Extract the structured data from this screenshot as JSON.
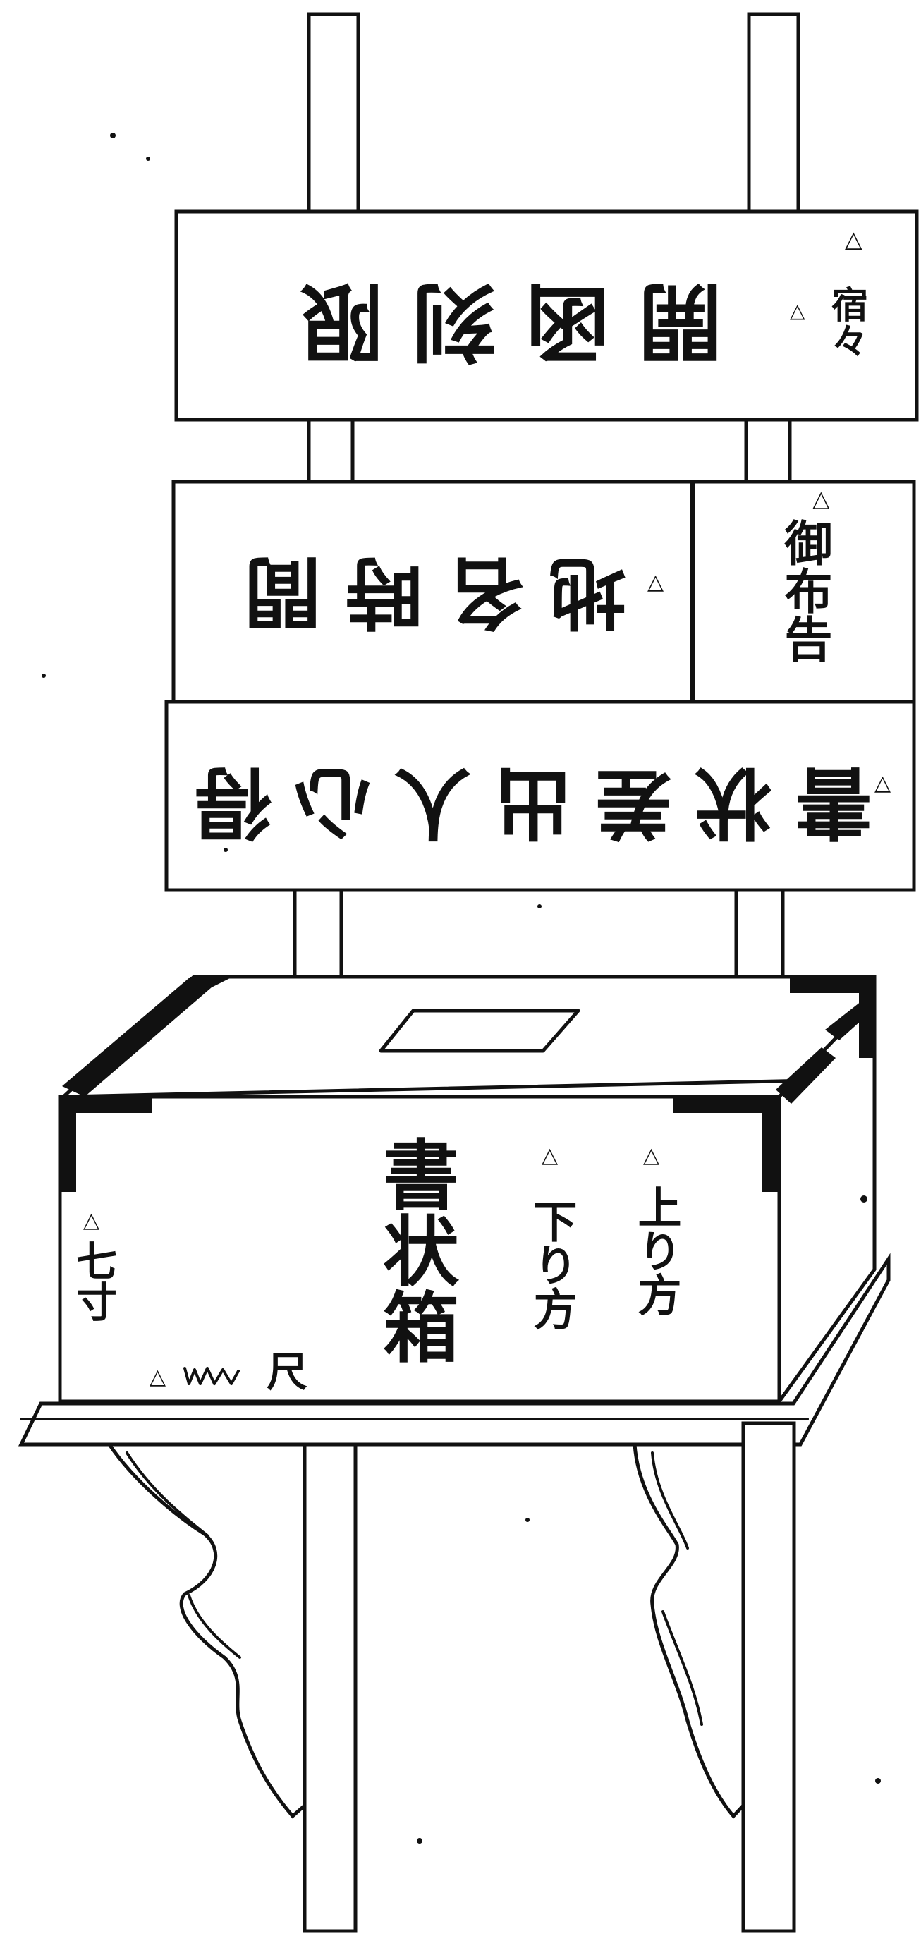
{
  "boards": {
    "top": {
      "main_text": "開函刻限",
      "side_text": "宿々"
    },
    "middle": {
      "main_text": "地名時間",
      "side_text": "御布告"
    },
    "lower": {
      "main_text": "書状差出人心得"
    }
  },
  "box": {
    "center_label": "書状箱",
    "right_label_1": "上り方",
    "right_label_2": "下り方",
    "left_label": "七寸",
    "bottom_label": "尺"
  },
  "marks": {
    "triangle": "△"
  }
}
